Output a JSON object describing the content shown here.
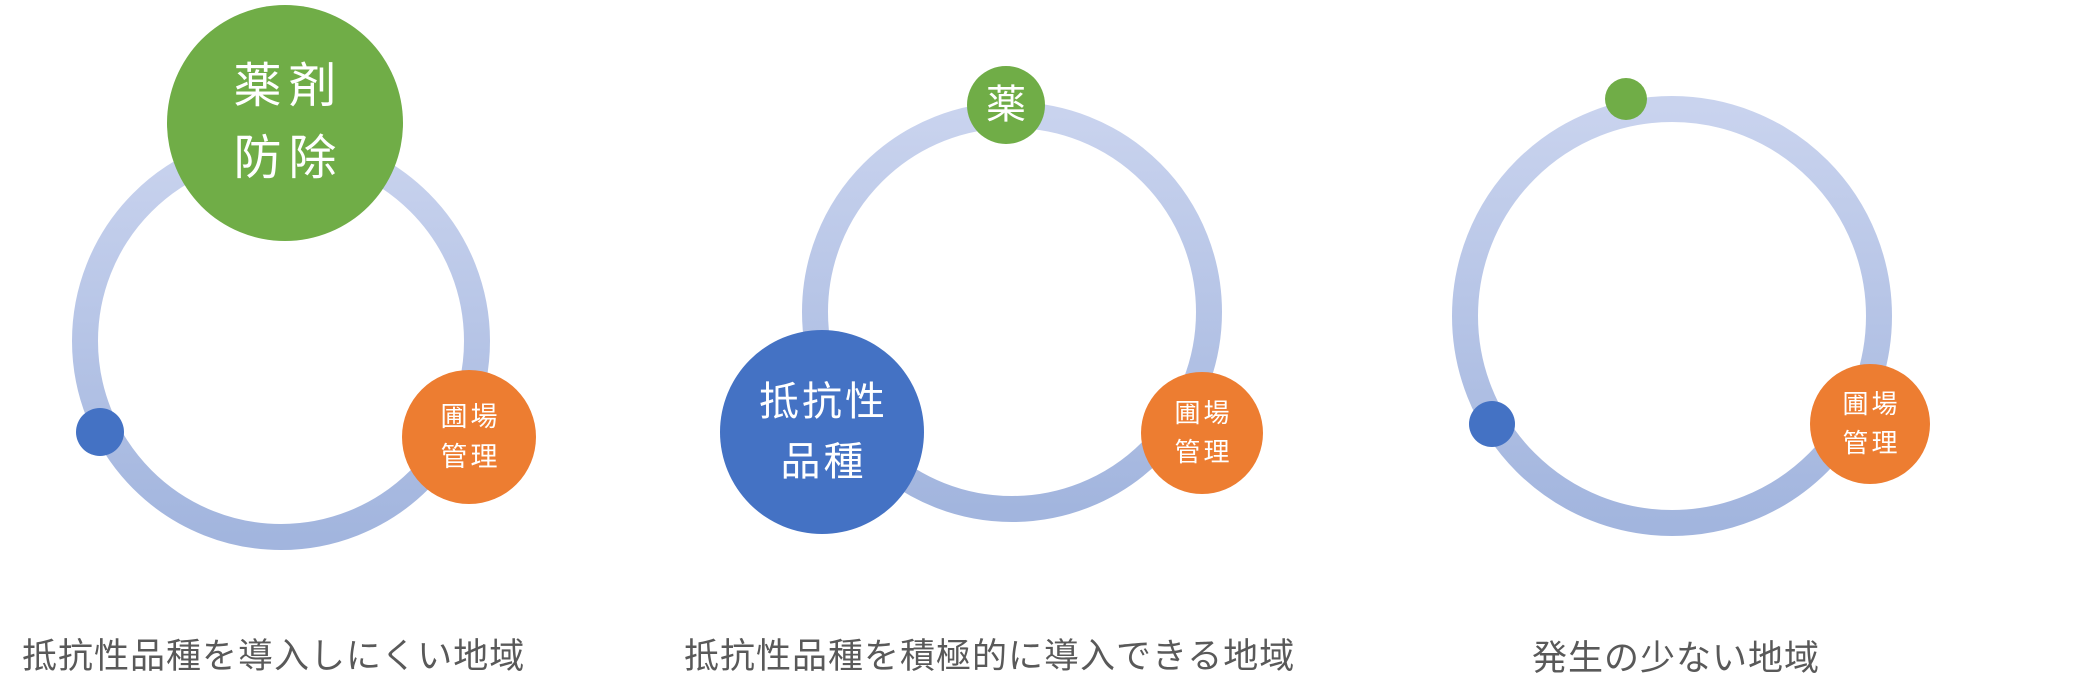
{
  "background": "#ffffff",
  "colors": {
    "chemical_green": "#70AD47",
    "field_orange": "#ED7D31",
    "resistant_blue": "#4472C4",
    "ring_gradient_top": "#C9D3EE",
    "ring_gradient_bottom": "#A2B5DE",
    "caption_gray": "#595959"
  },
  "diagrams": [
    {
      "caption": "抵抗性品種を導入しにくい地域",
      "nodes": {
        "chemical_control": {
          "lines": [
            "薬剤",
            "防除"
          ],
          "emphasis": "large"
        },
        "resistant_variety": {
          "lines": [],
          "emphasis": "dot"
        },
        "field_management": {
          "lines": [
            "圃場",
            "管理"
          ],
          "emphasis": "medium"
        }
      }
    },
    {
      "caption": "抵抗性品種を積極的に導入できる地域",
      "nodes": {
        "chemical_control": {
          "lines": [
            "薬"
          ],
          "emphasis": "small"
        },
        "resistant_variety": {
          "lines": [
            "抵抗性",
            "品種"
          ],
          "emphasis": "large"
        },
        "field_management": {
          "lines": [
            "圃場",
            "管理"
          ],
          "emphasis": "medium"
        }
      }
    },
    {
      "caption": "発生の少ない地域",
      "nodes": {
        "chemical_control": {
          "lines": [],
          "emphasis": "dot"
        },
        "resistant_variety": {
          "lines": [],
          "emphasis": "dot"
        },
        "field_management": {
          "lines": [
            "圃場",
            "管理"
          ],
          "emphasis": "medium"
        }
      }
    }
  ]
}
